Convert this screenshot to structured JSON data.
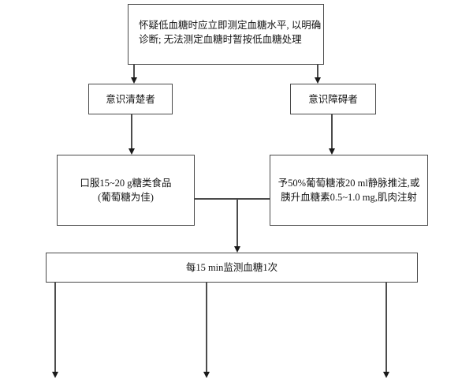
{
  "flowchart": {
    "suspect_box": {
      "line1": "怀疑低血糖时应立即测定血糖水平, 以明确",
      "line2": "诊断; 无法测定血糖时暂按低血糖处理"
    },
    "conscious_box": {
      "label": "意识清楚者"
    },
    "impaired_box": {
      "label": "意识障碍者"
    },
    "oral_box": {
      "line1": "口服15~20 g糖类食品",
      "line2": "(葡萄糖为佳)"
    },
    "iv_box": {
      "line1": "予50%葡萄糖液20 ml静脉推注,或",
      "line2": "胰升血糖素0.5~1.0 mg,肌肉注射"
    },
    "monitor_box": {
      "label": "每15 min监测血糖1次"
    },
    "colors": {
      "background": "#ffffff",
      "box_border": "#4a4a4a",
      "connector_line": "#4c4c4c",
      "arrowhead": "#1a1a1a",
      "text": "#141414"
    }
  }
}
